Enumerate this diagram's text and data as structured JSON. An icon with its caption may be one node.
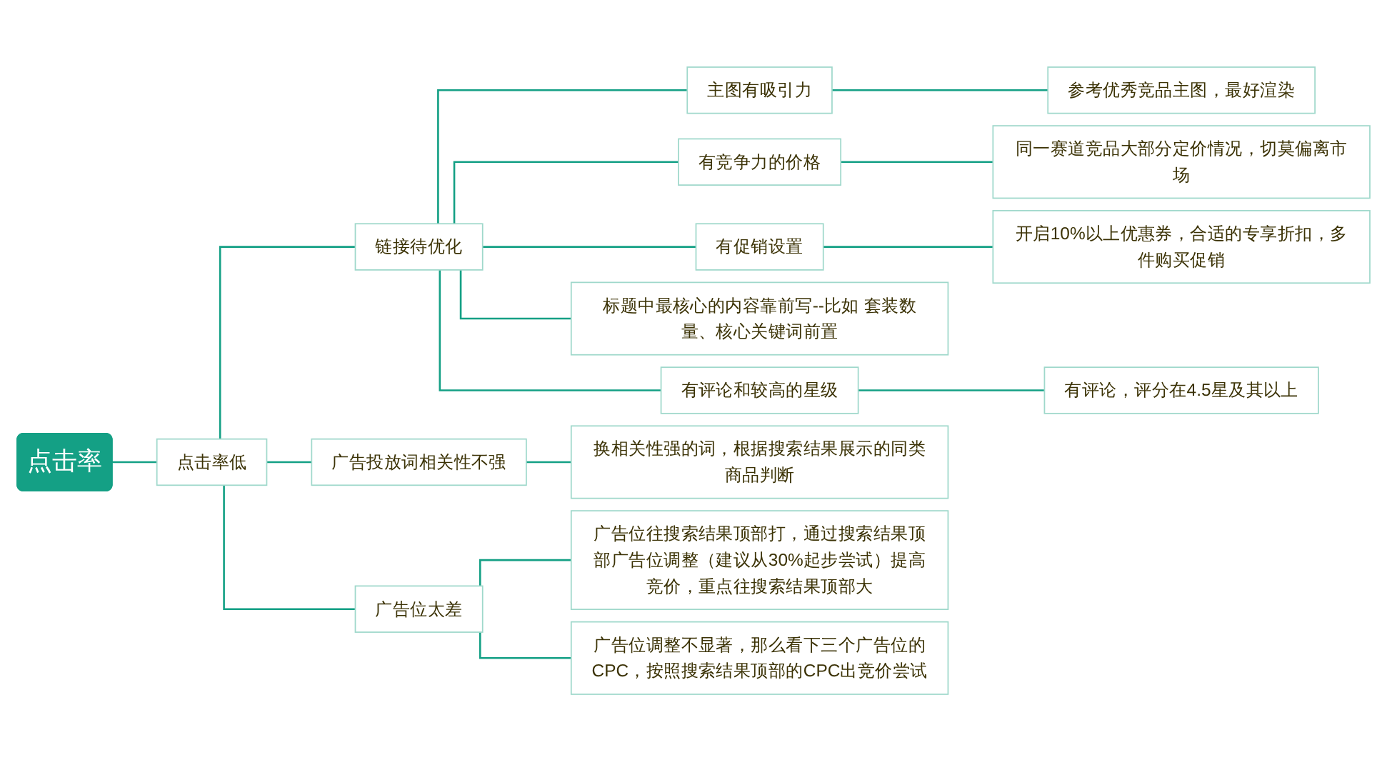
{
  "diagram": {
    "nodes": [
      {
        "text": [
          "点击率"
        ]
      },
      {
        "text": [
          "点击率低"
        ]
      },
      {
        "text": [
          "链接待优化"
        ]
      },
      {
        "text": [
          "主图有吸引力"
        ]
      },
      {
        "text": [
          "参考优秀竞品主图，最好渲染"
        ]
      },
      {
        "text": [
          "有竞争力的价格"
        ]
      },
      {
        "text": [
          "同一赛道竞品大部分定价情况，切莫偏离市场"
        ]
      },
      {
        "text": [
          "有促销设置"
        ]
      },
      {
        "text": [
          "开启10%以上优惠券，合适的专享折扣，多件购买促销"
        ]
      },
      {
        "text": [
          "标题中最核心的内容靠前写--比如 套装数量、核心关键词前置"
        ]
      },
      {
        "text": [
          "有评论和较高的星级"
        ]
      },
      {
        "text": [
          "有评论，评分在4.5星及其以上"
        ]
      },
      {
        "text": [
          "广告投放词相关性不强"
        ]
      },
      {
        "text": [
          "换相关性强的词，根据搜索结果展示的同类商品判断"
        ]
      },
      {
        "text": [
          "广告位太差"
        ]
      },
      {
        "text": [
          "广告位往搜索结果顶部打，通过搜索结果顶部广告位调整（建议从30%起步尝试）提高竞价，重点往搜索结果顶部大"
        ]
      },
      {
        "text": [
          "广告位调整不显著，那么看下三个广告位的CPC，按照搜索结果顶部的CPC出竞价尝试"
        ]
      }
    ],
    "edges": [
      {
        "from": 0,
        "to": 1,
        "arrow": "none"
      },
      {
        "from": 1,
        "to": 2,
        "arrow": "none"
      },
      {
        "from": 2,
        "to": 3,
        "arrow": "none"
      },
      {
        "from": 3,
        "to": 4,
        "arrow": "none"
      },
      {
        "from": 2,
        "to": 5,
        "arrow": "none"
      },
      {
        "from": 5,
        "to": 6,
        "arrow": "none"
      },
      {
        "from": 2,
        "to": 7,
        "arrow": "none"
      },
      {
        "from": 7,
        "to": 8,
        "arrow": "none"
      },
      {
        "from": 2,
        "to": 9,
        "arrow": "none"
      },
      {
        "from": 2,
        "to": 10,
        "arrow": "none"
      },
      {
        "from": 10,
        "to": 11,
        "arrow": "none"
      },
      {
        "from": 1,
        "to": 12,
        "arrow": "none"
      },
      {
        "from": 12,
        "to": 13,
        "arrow": "none"
      },
      {
        "from": 1,
        "to": 14,
        "arrow": "none"
      },
      {
        "from": 14,
        "to": 15,
        "arrow": "none"
      },
      {
        "from": 14,
        "to": 16,
        "arrow": "none"
      }
    ]
  }
}
